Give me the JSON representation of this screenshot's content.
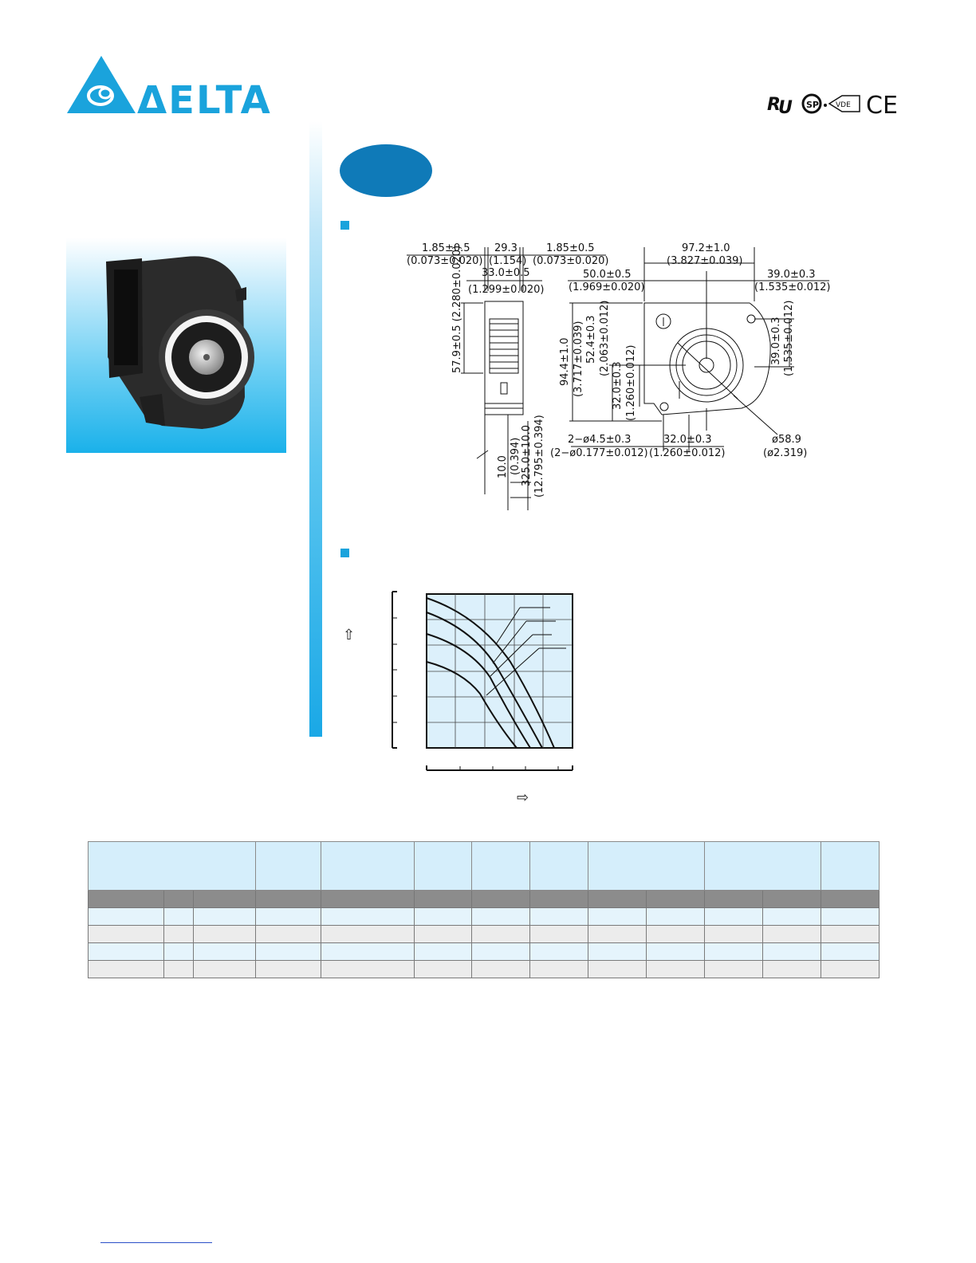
{
  "header": {
    "brand_name": "ΔELTA",
    "certifications": [
      "UL",
      "CSA",
      "VDE",
      "CE"
    ]
  },
  "drawing": {
    "side_view": {
      "top_left": [
        "1.85±0.5",
        "(0.073±0.020)"
      ],
      "top_mid": [
        "29.3",
        "(1.154)"
      ],
      "top_right": [
        "1.85±0.5",
        "(0.073±0.020)"
      ],
      "width": [
        "33.0±0.5",
        "(1.299±0.020)"
      ],
      "height": "57.9±0.5 (2.280±0.020)",
      "lead_a": "10.0",
      "lead_a2": "(0.394)",
      "lead_b": "325.0±10.0",
      "lead_b2": "(12.795±0.394)"
    },
    "front_view": {
      "overall_width": [
        "97.2±1.0",
        "(3.827±0.039)"
      ],
      "left_width": [
        "50.0±0.5",
        "(1.969±0.020)"
      ],
      "right_width": [
        "39.0±0.3",
        "(1.535±0.012)"
      ],
      "overall_height": "94.4±1.0",
      "overall_height2": "(3.717±0.039)",
      "inner_height": "52.4±0.3",
      "inner_height2": "(2.063±0.012)",
      "hole_height": "32.0±0.3",
      "hole_height2": "(1.260±0.012)",
      "right_height": "39.0±0.3",
      "right_height2": "(1.535±0.012)",
      "holes": [
        "2−ø4.5±0.3",
        "(2−ø0.177±0.012)"
      ],
      "hole_pitch": [
        "32.0±0.3",
        "(1.260±0.012)"
      ],
      "diameter": [
        "ø58.9",
        "(ø2.319)"
      ]
    }
  },
  "chart": {
    "y_arrow": "⇧",
    "x_arrow": "⇨"
  }
}
